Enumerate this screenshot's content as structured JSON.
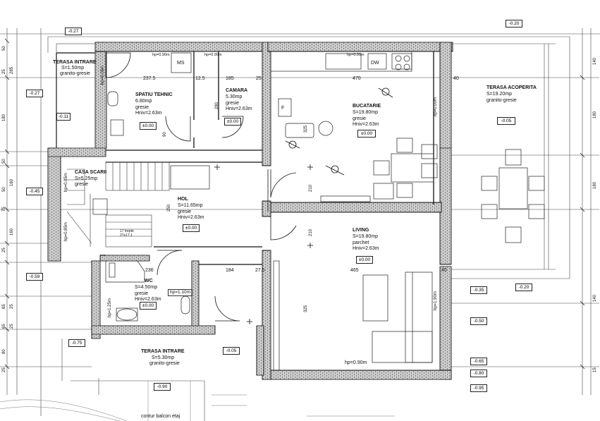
{
  "rooms": {
    "terasa_intrare_top": {
      "name": "TERASA INTRARE",
      "area": "S=1.50mp",
      "finish": "granito-gresie"
    },
    "spatiu_tehnic": {
      "name": "SPATIU TEHNIC",
      "area": "6.80mp",
      "finish": "gresie",
      "hniv": "Hniv=2.63m",
      "level": "±0.00"
    },
    "camara": {
      "name": "CAMARA",
      "area": "5.30mp",
      "finish": "gresie",
      "hniv": "Hniv=2.63m",
      "level": "±0.00"
    },
    "bucatarie": {
      "name": "BUCATARIE",
      "area": "S=19.80mp",
      "finish": "gresie",
      "hniv": "Hniv=2.63m",
      "level": "±0.00"
    },
    "terasa_acoperita": {
      "name": "TERASA ACOPERITA",
      "area": "S=19.20mp",
      "finish": "granito-gresie",
      "level": "-0.05"
    },
    "casa_scarii": {
      "name": "CASA SCARII",
      "area": "S=5.25mp",
      "finish": "gresie"
    },
    "hol": {
      "name": "HOL",
      "area": "S=11.65mp",
      "finish": "gresie",
      "hniv": "Hniv=2.63m",
      "level": "±0.00"
    },
    "living": {
      "name": "LIVING",
      "area": "S=19.80mp",
      "finish": "parchet",
      "hniv": "Hniv=2.63m",
      "level": "±0.00"
    },
    "wc": {
      "name": "WC",
      "area": "S=4.50mp",
      "finish": "gresie",
      "hniv": "Hniv=2.63m",
      "level": "±0.00"
    },
    "terasa_intrare_bottom": {
      "name": "TERASA INTRARE",
      "area": "S=5.30mp",
      "finish": "granito-gresie"
    }
  },
  "levels": [
    "-0.27",
    "-0.20",
    "-0.27",
    "-0.11",
    "-0.45",
    "-0.59",
    "-0.75",
    "-0.05",
    "-0.90",
    "-0.35",
    "-0.20",
    "-0.50",
    "-0.65",
    "-0.80",
    "-0.95"
  ],
  "dimensions": [
    "237.5",
    "12.5",
    "185",
    "25",
    "470",
    "40",
    "280",
    "90",
    "325",
    "236",
    "184",
    "27.5",
    "465",
    "40",
    "325",
    "210",
    "210",
    "250",
    "17 trepte",
    "27x17.1"
  ],
  "heights": [
    "hp=0.90m",
    "hp=0.90m",
    "hp=0.90m",
    "hp=0.05m",
    "hp=0.00m",
    "hp=0.85m",
    "hp=0.85m",
    "hp=1.10m",
    "hp=1.25m",
    "hp=1.90m",
    "hp=0.90m"
  ],
  "equipment": {
    "ms": "MS",
    "dw": "DW",
    "f": "F"
  },
  "caption": "contur balcon etaj",
  "left_ruler": [
    "50",
    "285",
    "25",
    "180",
    "50",
    "50",
    "160",
    "75",
    "160",
    "25",
    "65",
    "25",
    "65",
    "25",
    "80",
    "25"
  ],
  "right_ruler": [
    "140",
    "180",
    "180",
    "140",
    "15"
  ]
}
